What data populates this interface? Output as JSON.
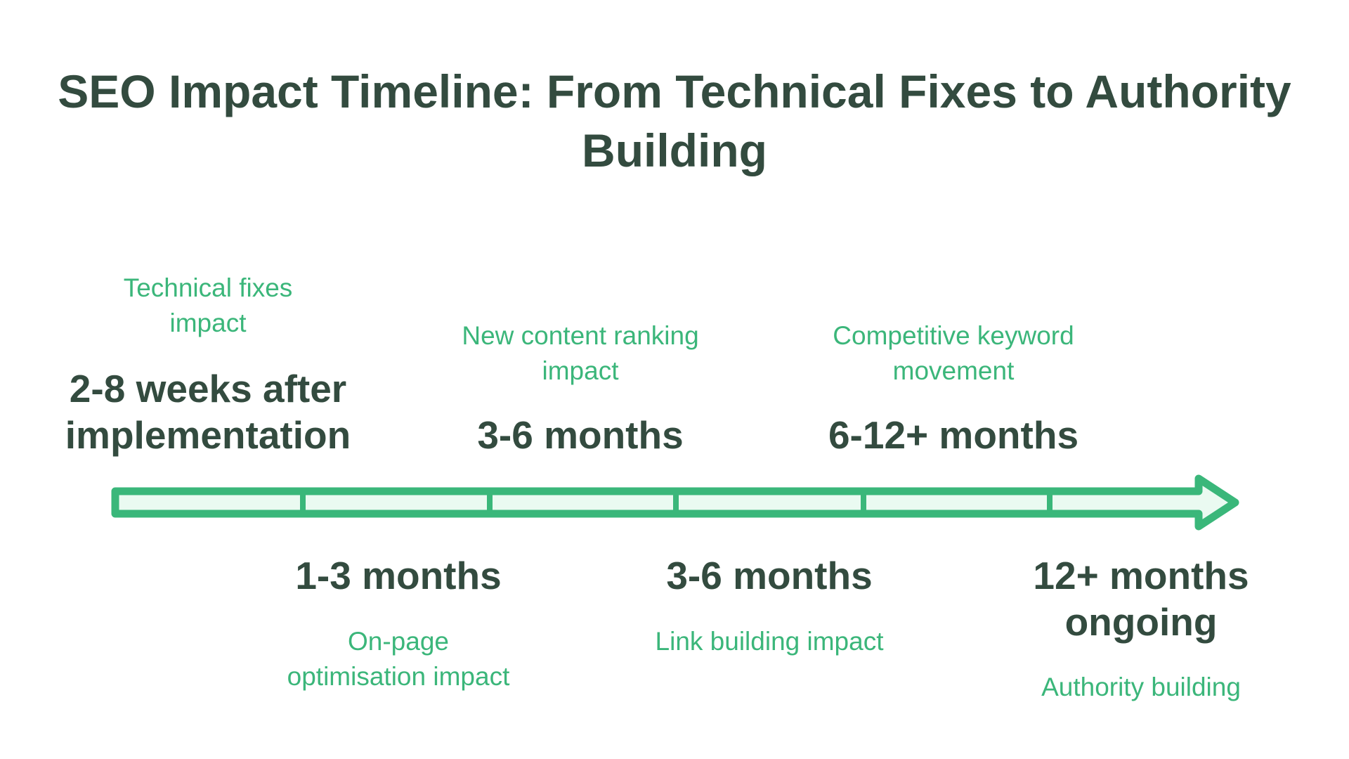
{
  "title": {
    "line1": "SEO Impact Timeline: From Technical Fixes to Authority",
    "line2": "Building"
  },
  "colors": {
    "title_text": "#334b3f",
    "period_text": "#334b3f",
    "label_text": "#3bb67a",
    "arrow_stroke": "#3ab77a",
    "arrow_fill": "#eafaf1"
  },
  "milestones": [
    {
      "position": "above",
      "label_line1": "Technical fixes",
      "label_line2": "impact",
      "period_line1": "2-8 weeks after",
      "period_line2": "implementation"
    },
    {
      "position": "below",
      "period_line1": "1-3 months",
      "label_line1": "On-page",
      "label_line2": "optimisation impact"
    },
    {
      "position": "above",
      "label_line1": "New content ranking",
      "label_line2": "impact",
      "period_line1": "3-6 months"
    },
    {
      "position": "below",
      "period_line1": "3-6 months",
      "label_line1": "Link building impact"
    },
    {
      "position": "above",
      "label_line1": "Competitive keyword",
      "label_line2": "movement",
      "period_line1": "6-12+ months"
    },
    {
      "position": "below",
      "period_line1": "12+ months",
      "period_line2": "ongoing",
      "label_line1": "Authority building"
    }
  ]
}
